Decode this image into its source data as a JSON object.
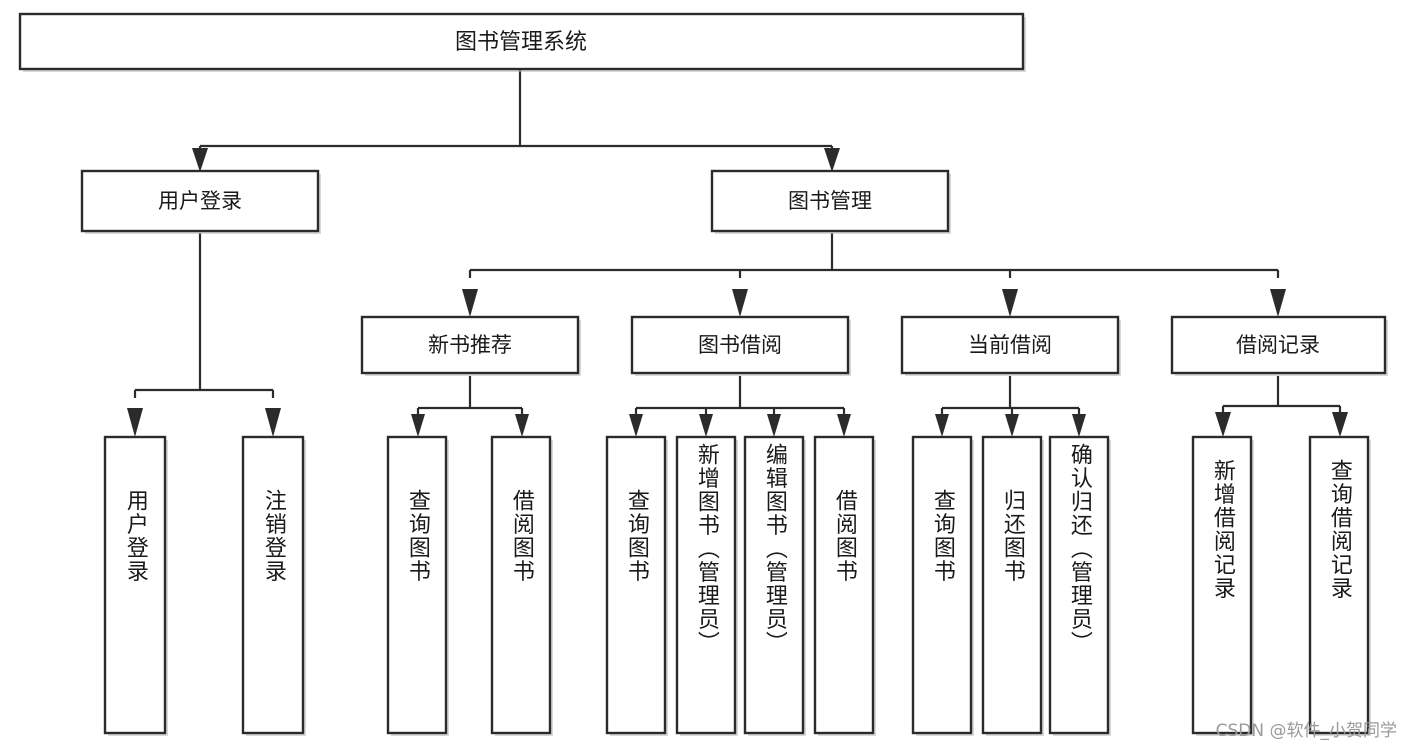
{
  "diagram": {
    "title": "图书管理系统",
    "watermark": "CSDN @软件_小贺同学",
    "root": {
      "label": "图书管理系统"
    },
    "level2": [
      {
        "label": "用户登录"
      },
      {
        "label": "图书管理"
      }
    ],
    "level3": [
      {
        "label": "新书推荐"
      },
      {
        "label": "图书借阅"
      },
      {
        "label": "当前借阅"
      },
      {
        "label": "借阅记录"
      }
    ],
    "leaves": {
      "user_login": [
        {
          "label": "用户登录"
        },
        {
          "label": "注销登录"
        }
      ],
      "new_book_recommend": [
        {
          "label": "查询图书"
        },
        {
          "label": "借阅图书"
        }
      ],
      "book_borrow": [
        {
          "label": "查询图书"
        },
        {
          "label": "新增图书（管理员）"
        },
        {
          "label": "编辑图书（管理员）"
        },
        {
          "label": "借阅图书"
        }
      ],
      "current_borrow": [
        {
          "label": "查询图书"
        },
        {
          "label": "归还图书"
        },
        {
          "label": "确认归还（管理员）"
        }
      ],
      "borrow_records": [
        {
          "label": "新增借阅记录"
        },
        {
          "label": "查询借阅记录"
        }
      ]
    }
  },
  "colors": {
    "box_stroke": "#2b2b2b",
    "box_fill": "#ffffff",
    "text": "#1a1a1a",
    "watermark": "#9a9a9a",
    "background": "#ffffff"
  }
}
